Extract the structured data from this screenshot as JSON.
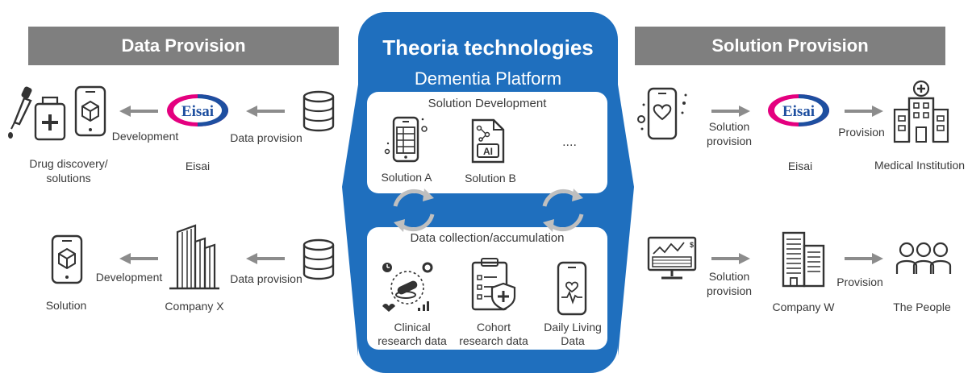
{
  "left_header": "Data Provision",
  "right_header": "Solution Provision",
  "center": {
    "title": "Theoria technologies",
    "subtitle": "Dementia Platform",
    "solution_panel": {
      "title": "Solution Development",
      "items": [
        "Solution A",
        "Solution B"
      ],
      "ellipsis": "....",
      "ai_badge": "AI"
    },
    "data_panel": {
      "title": "Data collection/accumulation",
      "items": [
        {
          "line1": "Clinical",
          "line2": "research data"
        },
        {
          "line1": "Cohort",
          "line2": "research data"
        },
        {
          "line1": "Daily Living",
          "line2": "Data"
        }
      ]
    }
  },
  "left_top": {
    "consumer_label_1": "Drug discovery/",
    "consumer_label_2": "solutions",
    "arrow_label_1": "Development",
    "company_label": "Eisai",
    "arrow_label_2": "Data provision",
    "logo_text": "Eisai"
  },
  "left_bottom": {
    "consumer_label": "Solution",
    "arrow_label_1": "Development",
    "company_label": "Company X",
    "arrow_label_2": "Data provision"
  },
  "right_top": {
    "arrow_label_1a": "Solution",
    "arrow_label_1b": "provision",
    "company_label": "Eisai",
    "logo_text": "Eisai",
    "arrow_label_2": "Provision",
    "target_label": "Medical Institution"
  },
  "right_bottom": {
    "arrow_label_1a": "Solution",
    "arrow_label_1b": "provision",
    "company_label": "Company W",
    "arrow_label_2": "Provision",
    "target_label": "The People"
  },
  "colors": {
    "header_gray": "#7f7f7f",
    "platform_blue": "#1f6fbe",
    "eisai_red": "#e4007f",
    "eisai_blue": "#1e4fa0",
    "arrow_gray": "#8c8c8c"
  }
}
